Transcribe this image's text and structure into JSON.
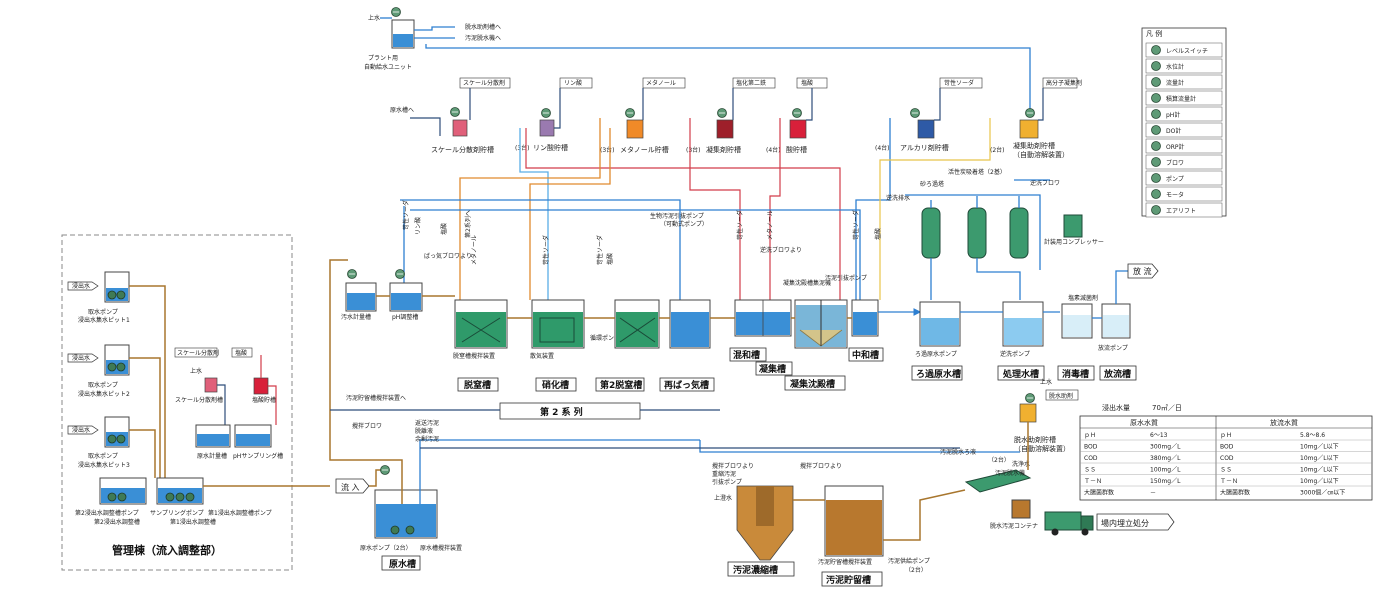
{
  "top": {
    "water_in": "上水",
    "unit_label1": "プラント用",
    "unit_label2": "自動給水ユニット",
    "to_dewater": "脱水助剤槽へ",
    "to_sludge": "汚泥脱水機へ"
  },
  "chemicals": [
    {
      "tag": "スケール分散剤",
      "tank": "スケール分散剤貯槽",
      "color": "#e0607a"
    },
    {
      "tag": "リン酸",
      "tank": "リン酸貯槽",
      "color": "#9a7ab0",
      "count": "(3台)"
    },
    {
      "tag": "メタノール",
      "tank": "メタノール貯槽",
      "color": "#f08a28",
      "count": "(3台)"
    },
    {
      "tag": "塩化第二鉄",
      "tank": "凝集剤貯槽",
      "color": "#9e1f2a",
      "count": "(3台)"
    },
    {
      "tag": "塩酸",
      "tank": "酸貯槽",
      "color": "#d8203a",
      "count": "(4台)"
    },
    {
      "tag": "苛性ソーダ",
      "tank": "アルカリ剤貯槽",
      "color": "#2e5aa6",
      "count": "(4台)"
    },
    {
      "tag": "高分子凝集剤",
      "tank": "凝集助剤貯槽",
      "tank2": "（自動溶解装置）",
      "color": "#f0b030",
      "count": "(2台)"
    }
  ],
  "raw_water_to": "原水槽へ",
  "legend": {
    "title": "凡 例",
    "items": [
      "レベルスイッチ",
      "水位計",
      "流量計",
      "積算流量計",
      "pH計",
      "DO計",
      "ORP計",
      "ブロワ",
      "ポンプ",
      "モータ",
      "エアリフト"
    ]
  },
  "inflow": {
    "items": [
      {
        "src": "浸出水",
        "pump": "取水ポンプ",
        "pit": "浸出水集水ピット1"
      },
      {
        "src": "浸出水",
        "pump": "取水ポンプ",
        "pit": "浸出水集水ピット2"
      },
      {
        "src": "浸出水",
        "pump": "取水ポンプ",
        "pit": "浸出水集水ピット3"
      }
    ],
    "scale_tag": "スケール分散剤",
    "hcl_tag": "塩酸",
    "scale_tank": "スケール分散剤槽",
    "hcl_tank": "塩酸貯槽",
    "water_in": "上水",
    "meas_tank": "原水計量槽",
    "sampling_tank": "pHサンプリング槽",
    "adj2": "第2浸出水調整槽",
    "adj2_pump": "第2浸出水調整槽ポンプ",
    "sampling_pump": "サンプリングポンプ",
    "adj1": "第1浸出水調整槽",
    "adj1_pump": "第1浸出水調整槽ポンプ",
    "title": "管理棟（流入調整部）"
  },
  "inflow_arrow": "流 入",
  "process": {
    "top_pipe_labels": [
      "苛性ソーダ",
      "リン酸",
      "塩酸",
      "第2系列へ",
      "メタノール",
      "苛性ソーダ",
      "苛性ソーダ",
      "塩酸",
      "苛性ソーダ",
      "メタノール",
      "苛性ソーダ",
      "塩酸"
    ],
    "meas_tank": "汚水計量槽",
    "ph_tank": "pH調整槽",
    "blower_label": "ばっ気ブロワより",
    "denit_label": "脱窒槽",
    "denit_equip": "脱窒槽攪拌装置",
    "circ_label": "循環ポンプ",
    "nit_label": "硝化槽",
    "diffuser": "散気装置",
    "denit2_label": "第2脱窒槽",
    "reaer_label": "再ばっ気槽",
    "mix_label": "混和槽",
    "coag_label": "凝集槽",
    "sed_label": "凝集沈殿槽",
    "neut_label": "中和槽",
    "sed_equip": "凝集沈殿槽集泥機",
    "sludge_pump": "汚泥引抜ポンプ",
    "bio_pump": "生物汚泥引抜ポンプ",
    "bio_pump2": "（可動式ポンプ）",
    "wash_blower": "逆洗ブロワより",
    "series2": "第 2 系 列",
    "recirc_label": "汚泥貯留槽攪拌装置へ",
    "mixer_blower": "攪拌ブロワ",
    "return_labels": [
      "返送汚泥",
      "脱離液",
      "余剰汚泥"
    ]
  },
  "advanced": {
    "filter_pump": "ろ過原水ポンプ",
    "filter_tank": "ろ過原水槽",
    "sand_label": "砂ろ過塔",
    "carbon_label": "活性炭吸着塔（2基）",
    "wash_label": "逆洗排水",
    "backwash_blower": "逆洗ブロワ",
    "compressor": "計装用コンプレッサー",
    "treated_pump": "逆洗ポンプ",
    "treated_tank": "処理水槽",
    "chlorine": "塩素滅菌剤",
    "disinfect": "消毒槽",
    "discharge_pump": "放流ポンプ",
    "discharge_tank": "放流槽",
    "release": "放 流"
  },
  "raw_tank": {
    "pump": "原水ポンプ（2台）",
    "mixer": "原水槽攪拌装置",
    "label": "原水槽"
  },
  "sludge": {
    "from_blower": "攪拌ブロワより",
    "pump": "重縮汚泥",
    "pump2": "引抜ポンプ",
    "water": "上澄水",
    "thickener": "汚泥濃縮槽",
    "storage_blower": "攪拌ブロワより",
    "storage_equip": "汚泥貯留槽攪拌装置",
    "storage": "汚泥貯留槽",
    "supply_pump": "汚泥供給ポンプ",
    "supply_count": "（2台）",
    "dewater_tag": "脱水助剤",
    "dewater_tank": "脱水助剤貯槽",
    "dewater_tank2": "（自動溶解装置）",
    "count2": "（2台）",
    "upper_water": "上水",
    "wash_water": "洗浄水",
    "machine": "汚泥脱水機",
    "dewatered": "汚泥脱水ろ液",
    "container": "脱水汚泥コンテナ",
    "truck_label": "場内埋立処分"
  },
  "quality": {
    "volume_label": "浸出水量",
    "volume": "70㎥／日",
    "head_raw": "原水水質",
    "head_out": "放流水質",
    "rows": [
      {
        "p1": "ｐＨ",
        "v1": "6～13",
        "p2": "ｐＨ",
        "v2": "5.8～8.6"
      },
      {
        "p1": "BOD",
        "v1": "300mg／L",
        "p2": "BOD",
        "v2": "10mg／L以下"
      },
      {
        "p1": "COD",
        "v1": "380mg／L",
        "p2": "COD",
        "v2": "10mg／L以下"
      },
      {
        "p1": "ＳＳ",
        "v1": "100mg／L",
        "p2": "ＳＳ",
        "v2": "10mg／L以下"
      },
      {
        "p1": "Ｔ－Ｎ",
        "v1": "150mg／L",
        "p2": "Ｔ－Ｎ",
        "v2": "10mg／L以下"
      },
      {
        "p1": "大腸菌群数",
        "v1": "－",
        "p2": "大腸菌群数",
        "v2": "3000個／㎝以下"
      }
    ]
  }
}
